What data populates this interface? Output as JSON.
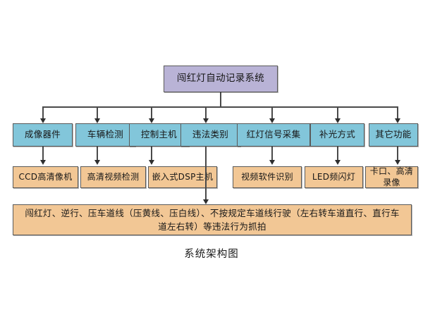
{
  "figure": {
    "caption": "系统架构图",
    "root": {
      "label": "闯红灯自动记录系统"
    },
    "colors": {
      "root_fill": "#b9b3d6",
      "module_fill": "#82c6da",
      "component_fill": "#f2c795",
      "border": "#5a5a5a",
      "connector": "#4a4a4a",
      "background": "#ffffff",
      "text": "#171717"
    },
    "modules": [
      {
        "label": "成像器件",
        "component": "CCD高清像机"
      },
      {
        "label": "车辆检测",
        "component": "高清视频检测"
      },
      {
        "label": "控制主机",
        "component": "嵌入式DSP主机"
      },
      {
        "label": "违法类别",
        "component": ""
      },
      {
        "label": "红灯信号采集",
        "component": "视频软件识别"
      },
      {
        "label": "补光方式",
        "component": "LED频闪灯"
      },
      {
        "label": "其它功能",
        "component": "卡口、高清录像"
      }
    ],
    "detail": {
      "label": "闯红灯、逆行、压车道线（压黄线、压白线）、不按规定车道线行驶（左右转车道直行、直行车道左右转）等违法行为抓拍"
    }
  }
}
